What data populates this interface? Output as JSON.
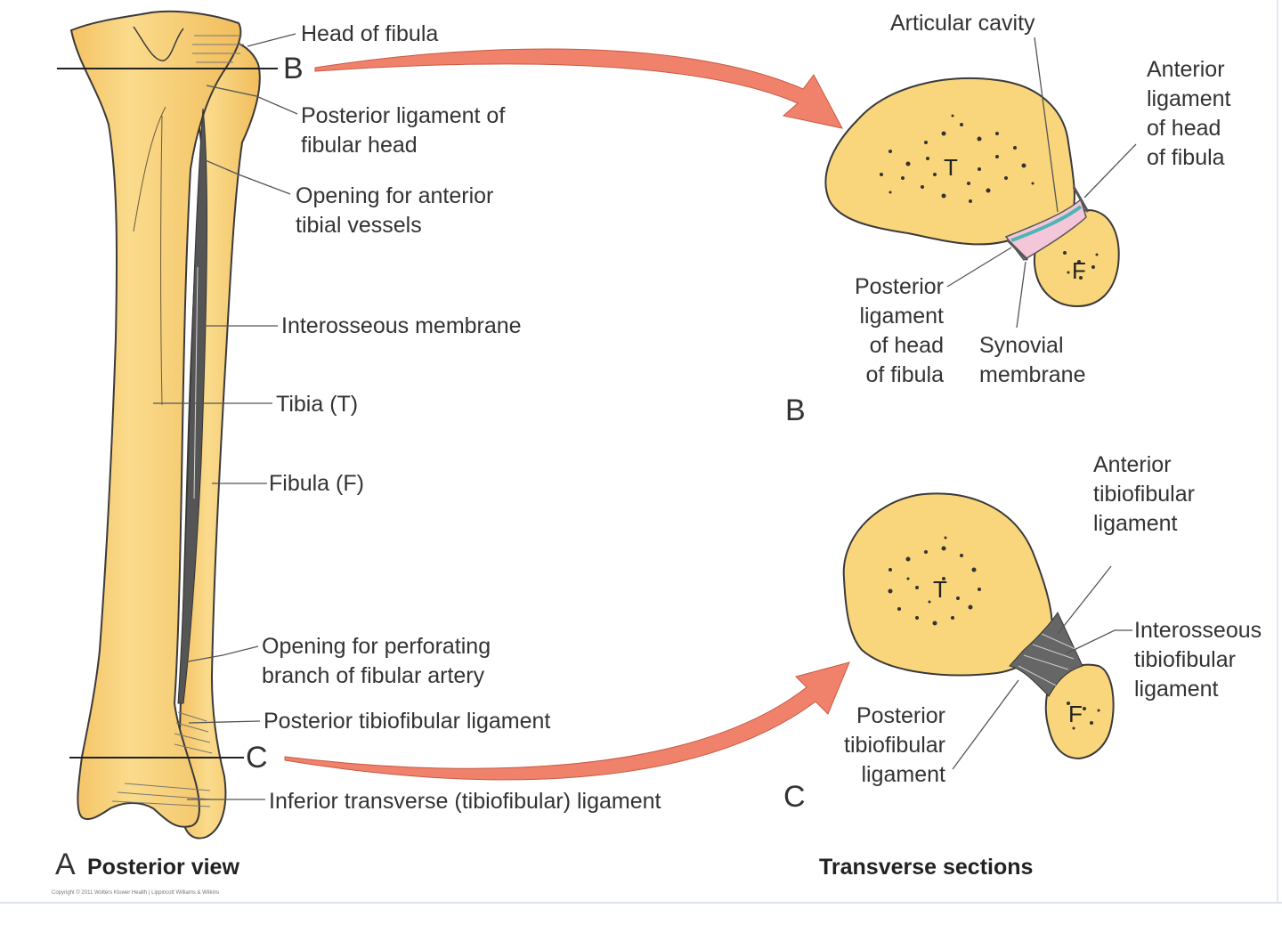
{
  "figure": {
    "panel_a": {
      "letter": "A",
      "caption": "Posterior view"
    },
    "panel_b": {
      "letter": "B"
    },
    "panel_c": {
      "letter": "C"
    },
    "sections_caption": "Transverse sections",
    "level_b": "B",
    "level_c": "C",
    "copyright": "Copyright © 2011 Wolters Kluwer Health | Lippincott Williams & Wilkins",
    "bone_labels": {
      "tibia": "T",
      "fibula": "F"
    },
    "colors": {
      "bone": "#f9d57c",
      "bone_outline": "#3a3a3a",
      "arrow": "#f0826b",
      "synovial": "#4fb5b2",
      "cavity": "#f4c6d9"
    }
  },
  "labels_a": {
    "head_of_fibula": "Head of fibula",
    "posterior_ligament_fibular_head": "Posterior ligament of\nfibular head",
    "opening_anterior_tibial": "Opening for anterior\ntibial vessels",
    "interosseous_membrane": "Interosseous membrane",
    "tibia": "Tibia (T)",
    "fibula": "Fibula (F)",
    "opening_perforating": "Opening for perforating\nbranch of fibular artery",
    "posterior_tibiofibular": "Posterior tibiofibular ligament",
    "inferior_transverse": "Inferior transverse (tibiofibular) ligament"
  },
  "labels_b": {
    "articular_cavity": "Articular cavity",
    "anterior_ligament_head": "Anterior\nligament\nof head\nof fibula",
    "posterior_ligament_head": "Posterior\nligament\nof head\nof fibula",
    "synovial_membrane": "Synovial\nmembrane"
  },
  "labels_c": {
    "anterior_tibiofibular": "Anterior\ntibiofibular\nligament",
    "interosseous_tibiofibular": "Interosseous\ntibiofibular\nligament",
    "posterior_tibiofibular": "Posterior\ntibiofibular\nligament"
  }
}
